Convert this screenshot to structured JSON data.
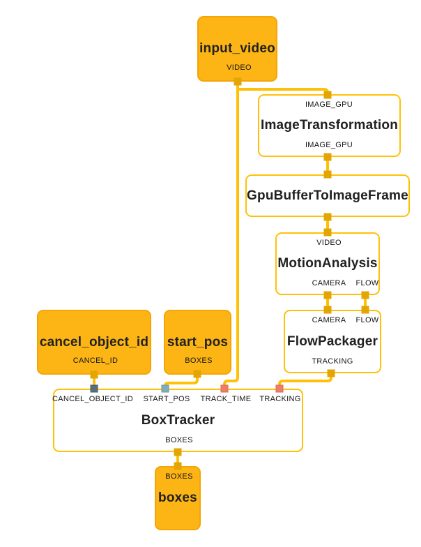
{
  "diagram": {
    "kind": "dataflow-graph",
    "colors": {
      "background": "#FFFFFF",
      "wire": "#FFC107",
      "calculator_border": "#FFC107",
      "stream_fill": "#FDB515",
      "stream_border": "#F5A406",
      "port_default": "#E2A503",
      "port_cancel_object_id": "#54717D",
      "port_start_pos": "#7FAFBC",
      "port_tracking": "#EF7E68",
      "title_text": "#212121",
      "port_label_text": "#141414"
    },
    "nodes": [
      {
        "title": "input_video",
        "type": "stream",
        "inputs": [],
        "outputs": [
          "VIDEO"
        ]
      },
      {
        "title": "ImageTransformation",
        "type": "calculator",
        "inputs": [
          "IMAGE_GPU"
        ],
        "outputs": [
          "IMAGE_GPU"
        ]
      },
      {
        "title": "GpuBufferToImageFrame",
        "type": "calculator",
        "inputs": [],
        "outputs": []
      },
      {
        "title": "MotionAnalysis",
        "type": "calculator",
        "inputs": [
          "VIDEO"
        ],
        "outputs": [
          "CAMERA",
          "FLOW"
        ]
      },
      {
        "title": "FlowPackager",
        "type": "calculator",
        "inputs": [
          "CAMERA",
          "FLOW"
        ],
        "outputs": [
          "TRACKING"
        ]
      },
      {
        "title": "cancel_object_id",
        "type": "stream",
        "inputs": [],
        "outputs": [
          "CANCEL_ID"
        ]
      },
      {
        "title": "start_pos",
        "type": "stream",
        "inputs": [],
        "outputs": [
          "BOXES"
        ]
      },
      {
        "title": "BoxTracker",
        "type": "calculator",
        "inputs": [
          "CANCEL_OBJECT_ID",
          "START_POS",
          "TRACK_TIME",
          "TRACKING"
        ],
        "outputs": [
          "BOXES"
        ]
      },
      {
        "title": "boxes",
        "type": "stream",
        "inputs": [
          "BOXES"
        ],
        "outputs": []
      }
    ],
    "edges": [
      {
        "from": "input_video",
        "from_port": "VIDEO",
        "to": "ImageTransformation",
        "to_port": "IMAGE_GPU"
      },
      {
        "from": "input_video",
        "from_port": "VIDEO",
        "to": "BoxTracker",
        "to_port": "TRACK_TIME"
      },
      {
        "from": "ImageTransformation",
        "from_port": "IMAGE_GPU",
        "to": "GpuBufferToImageFrame",
        "to_port": ""
      },
      {
        "from": "GpuBufferToImageFrame",
        "from_port": "",
        "to": "MotionAnalysis",
        "to_port": "VIDEO"
      },
      {
        "from": "MotionAnalysis",
        "from_port": "CAMERA",
        "to": "FlowPackager",
        "to_port": "CAMERA"
      },
      {
        "from": "MotionAnalysis",
        "from_port": "FLOW",
        "to": "FlowPackager",
        "to_port": "FLOW"
      },
      {
        "from": "FlowPackager",
        "from_port": "TRACKING",
        "to": "BoxTracker",
        "to_port": "TRACKING"
      },
      {
        "from": "cancel_object_id",
        "from_port": "CANCEL_ID",
        "to": "BoxTracker",
        "to_port": "CANCEL_OBJECT_ID"
      },
      {
        "from": "start_pos",
        "from_port": "BOXES",
        "to": "BoxTracker",
        "to_port": "START_POS"
      },
      {
        "from": "BoxTracker",
        "from_port": "BOXES",
        "to": "boxes",
        "to_port": "BOXES"
      }
    ]
  }
}
